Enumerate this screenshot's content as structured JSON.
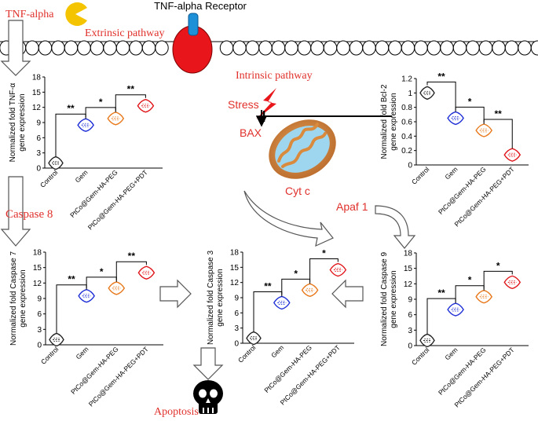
{
  "labels": {
    "tnf_alpha": "TNF-alpha",
    "receptor": "TNF-alpha Receptor",
    "extrinsic": "Extrinsic pathway",
    "intrinsic": "Intrinsic pathway",
    "stress": "Stress",
    "bax": "BAX",
    "cyt_c": "Cyt c",
    "apaf1": "Apaf 1",
    "caspase8": "Caspase 8",
    "apoptosis": "Apoptosis"
  },
  "colors": {
    "label_red": "#e0302b",
    "membrane_fill": "#ffffff",
    "receptor_red": "#e8161b",
    "receptor_blue": "#1e90d8",
    "pacman": "#f5c400",
    "control": "#222222",
    "gem": "#1f2fd6",
    "ptco_gem": "#e8781a",
    "ptco_gem_pdt": "#e0161b"
  },
  "icons": [
    "pacman-icon",
    "lightning-icon",
    "mitochondrion-icon",
    "skull-icon"
  ],
  "chart_data": [
    {
      "id": "tnf",
      "type": "violin",
      "ylabel": [
        "Normalized fold TNF-α",
        "gene expression"
      ],
      "yticks": [
        0,
        3,
        6,
        9,
        12,
        15,
        18
      ],
      "ylim": [
        0,
        18
      ],
      "categories": [
        "Control",
        "Gem",
        "PtCo@Gem-HA-PEG",
        "PtCo@Gem-HA-PEG+PDT"
      ],
      "values": [
        1,
        8.5,
        9.8,
        12.3
      ],
      "significance": [
        "**",
        "*",
        "**"
      ]
    },
    {
      "id": "bcl2",
      "type": "violin",
      "ylabel": [
        "Normalized fold Bcl-2",
        "gene expression"
      ],
      "yticks": [
        0,
        0.2,
        0.4,
        0.6,
        0.8,
        1,
        1.2
      ],
      "yticklabels": [
        "0",
        "0.2",
        "0.4",
        "0.6",
        "0.8",
        "1",
        "1.2"
      ],
      "ylim": [
        0,
        1.2
      ],
      "categories": [
        "Control",
        "Gem",
        "PtCo@Gem-HA-PEG",
        "PtCo@Gem-HA-PEG+PDT"
      ],
      "values": [
        1.0,
        0.65,
        0.48,
        0.14
      ],
      "significance": [
        "**",
        "*",
        "**"
      ]
    },
    {
      "id": "casp7",
      "type": "violin",
      "ylabel": [
        "Normalized fold Caspase 7",
        "gene expression"
      ],
      "yticks": [
        0,
        3,
        6,
        9,
        12,
        15,
        18
      ],
      "ylim": [
        0,
        18
      ],
      "categories": [
        "Control",
        "Gem",
        "PtCo@Gem-HA-PEG",
        "PtCo@Gem-HA-PEG+PDT"
      ],
      "values": [
        1,
        9.5,
        11,
        14
      ],
      "significance": [
        "**",
        "*",
        "**"
      ]
    },
    {
      "id": "casp3",
      "type": "violin",
      "ylabel": [
        "Normalized fold Caspase 3",
        "gene expression"
      ],
      "yticks": [
        0,
        3,
        6,
        9,
        12,
        15,
        18
      ],
      "ylim": [
        0,
        18
      ],
      "categories": [
        "Control",
        "Gem",
        "PtCo@Gem-HA-PEG",
        "PtCo@Gem-HA-PEG+PDT"
      ],
      "values": [
        1,
        8,
        10.5,
        14.5
      ],
      "significance": [
        "**",
        "*",
        "*"
      ]
    },
    {
      "id": "casp9",
      "type": "violin",
      "ylabel": [
        "Normalized fold Caspase 9",
        "gene expression"
      ],
      "yticks": [
        0,
        3,
        6,
        9,
        12,
        15,
        18
      ],
      "ylim": [
        0,
        18
      ],
      "categories": [
        "Control",
        "Gem",
        "PtCo@Gem-HA-PEG",
        "PtCo@Gem-HA-PEG+PDT"
      ],
      "values": [
        1,
        7,
        9.5,
        12.3
      ],
      "significance": [
        "**",
        "*",
        "*"
      ]
    }
  ]
}
